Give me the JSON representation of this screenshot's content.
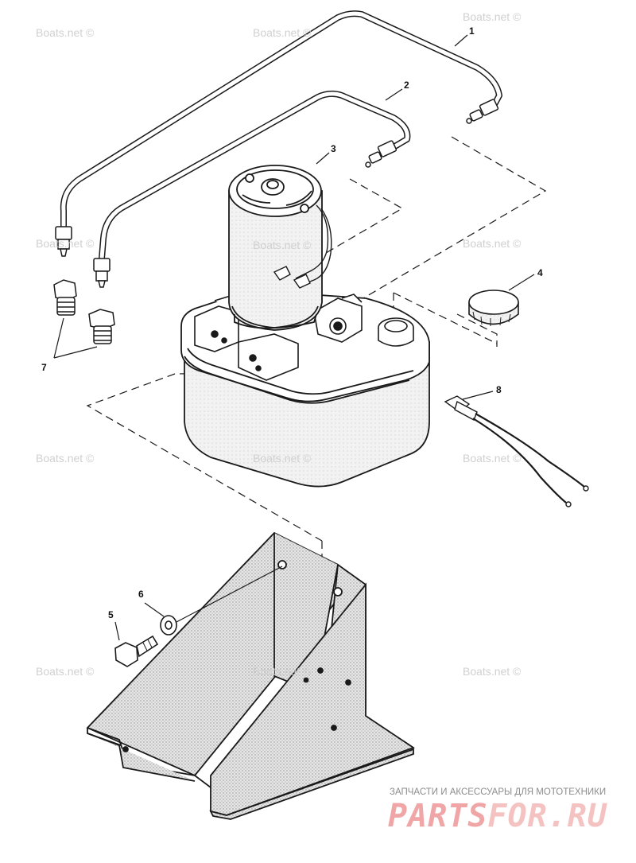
{
  "callouts": [
    "1",
    "2",
    "3",
    "4",
    "5",
    "6",
    "7",
    "8"
  ],
  "watermark": "Boats.net ©",
  "brand": {
    "tagline": "ЗАПЧАСТИ И АКСЕССУАРЫ ДЛЯ МОТОТЕХНИКИ",
    "logo_part1": "PARTS",
    "logo_part2": "FOR.RU",
    "color_primary": "#f0a6a6",
    "color_secondary": "#f5c2c2"
  },
  "colors": {
    "line": "#1a1a1a",
    "watermark": "#d0d0d0",
    "bracket_fill": "#d9d9d9"
  }
}
